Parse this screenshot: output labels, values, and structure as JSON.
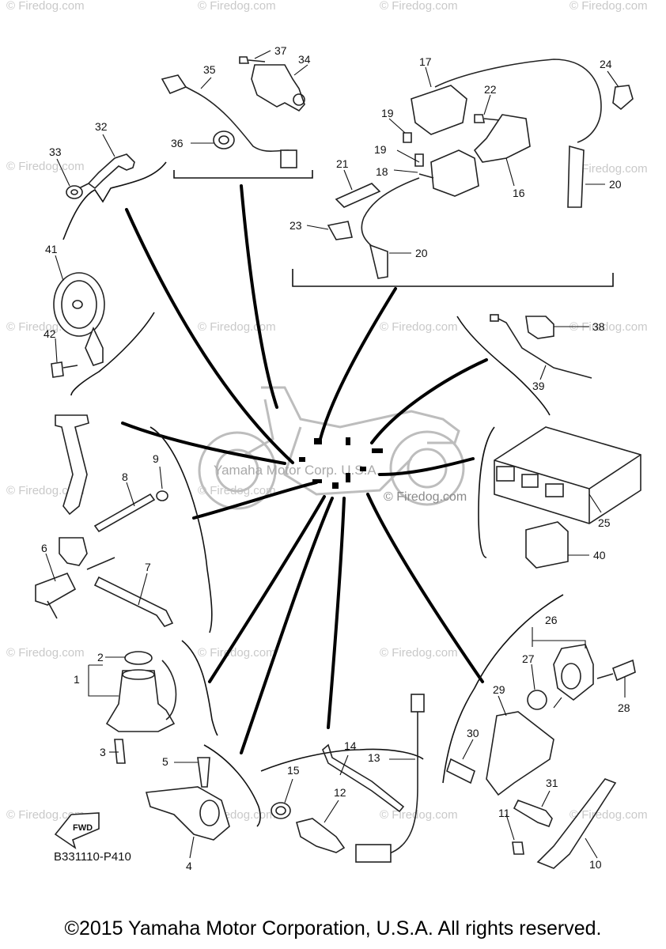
{
  "watermark": "© Firedog.com",
  "center_watermark": "Yamaha Motor Corp. U.S.A.",
  "center_watermark_site": "© Firedog.com",
  "diagram_code": "B331110-P410",
  "fwd_label": "FWD",
  "copyright": "©2015 Yamaha Motor Corporation, U.S.A. All rights reserved.",
  "callouts": [
    "1",
    "2",
    "3",
    "4",
    "5",
    "6",
    "7",
    "8",
    "9",
    "10",
    "11",
    "12",
    "13",
    "14",
    "15",
    "16",
    "17",
    "18",
    "19",
    "19",
    "20",
    "20",
    "21",
    "22",
    "23",
    "24",
    "25",
    "26",
    "27",
    "28",
    "29",
    "30",
    "31",
    "32",
    "33",
    "34",
    "35",
    "36",
    "37",
    "38",
    "39",
    "40",
    "41",
    "42"
  ]
}
